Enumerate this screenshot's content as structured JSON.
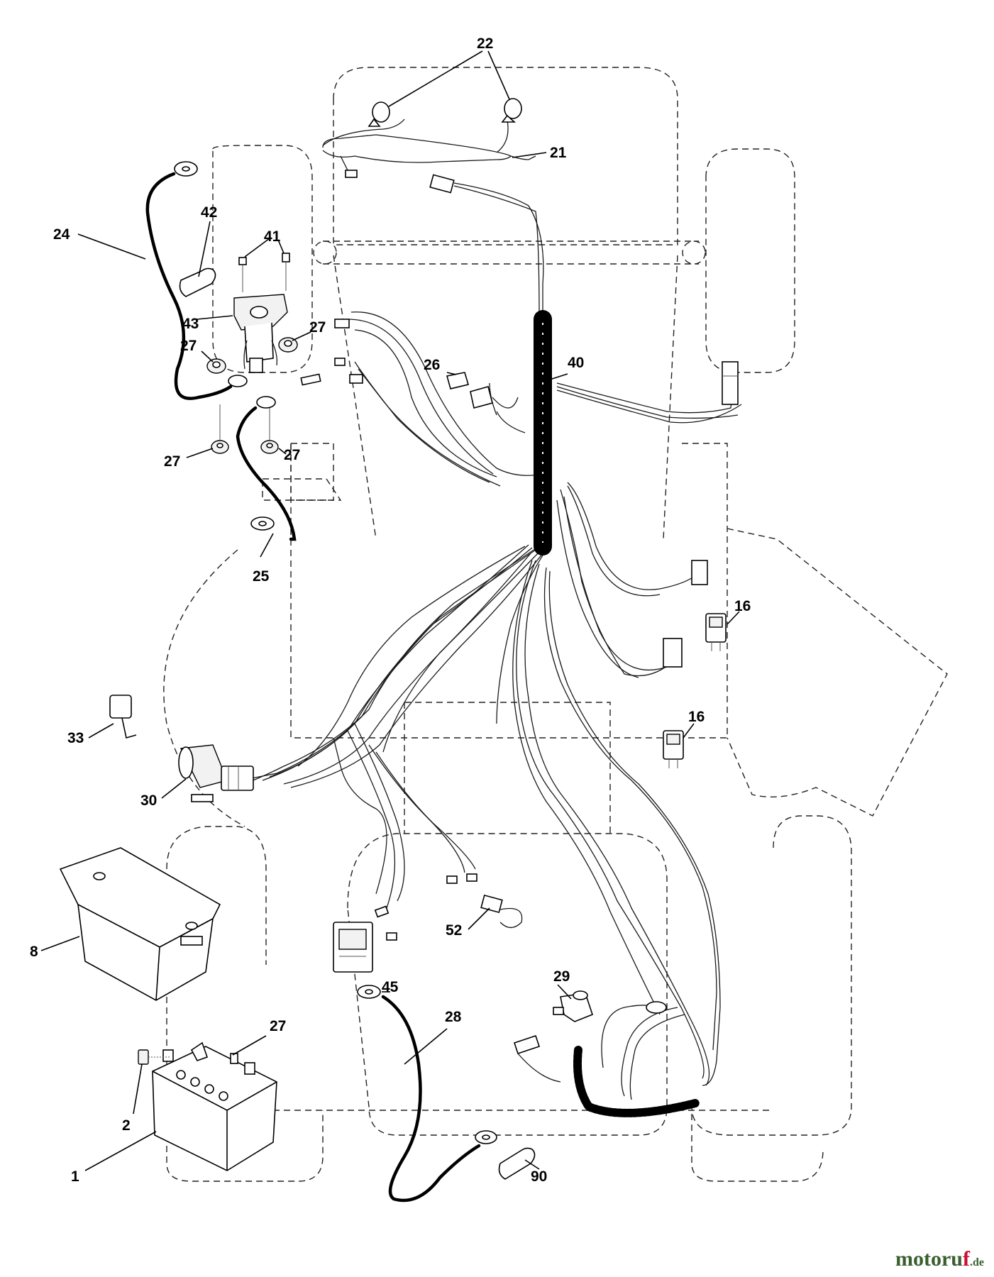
{
  "callouts": [
    {
      "id": "c22",
      "label": "22"
    },
    {
      "id": "c21",
      "label": "21"
    },
    {
      "id": "c24",
      "label": "24"
    },
    {
      "id": "c42",
      "label": "42"
    },
    {
      "id": "c41",
      "label": "41"
    },
    {
      "id": "c43",
      "label": "43"
    },
    {
      "id": "c27a",
      "label": "27"
    },
    {
      "id": "c27b",
      "label": "27"
    },
    {
      "id": "c27c",
      "label": "27"
    },
    {
      "id": "c27d",
      "label": "27"
    },
    {
      "id": "c27e",
      "label": "27"
    },
    {
      "id": "c26",
      "label": "26"
    },
    {
      "id": "c40",
      "label": "40"
    },
    {
      "id": "c25",
      "label": "25"
    },
    {
      "id": "c16a",
      "label": "16"
    },
    {
      "id": "c16b",
      "label": "16"
    },
    {
      "id": "c33",
      "label": "33"
    },
    {
      "id": "c30",
      "label": "30"
    },
    {
      "id": "c8",
      "label": "8"
    },
    {
      "id": "c52",
      "label": "52"
    },
    {
      "id": "c45",
      "label": "45"
    },
    {
      "id": "c29",
      "label": "29"
    },
    {
      "id": "c28",
      "label": "28"
    },
    {
      "id": "c2",
      "label": "2"
    },
    {
      "id": "c1",
      "label": "1"
    },
    {
      "id": "c90",
      "label": "90"
    }
  ],
  "watermark": {
    "name_start": "motoru",
    "name_accent": "f",
    "tld": ".de"
  }
}
